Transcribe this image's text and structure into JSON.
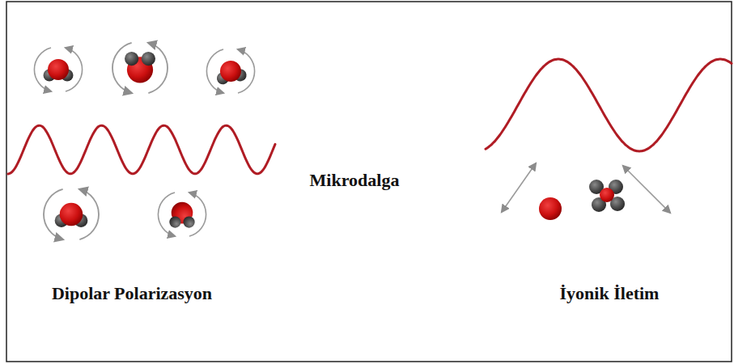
{
  "diagram": {
    "labels": [
      "Mikrodalga",
      "Dipolar Polarizasyon",
      "İyonik İletim"
    ]
  }
}
